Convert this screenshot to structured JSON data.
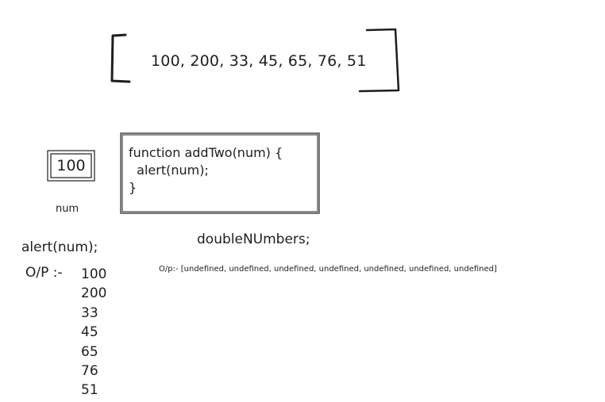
{
  "array_text": "100, 200, 33, 45, 65, 76, 51",
  "variable_box": {
    "value": "100",
    "label": "num"
  },
  "function_code": {
    "lines": [
      "function addTwo(num) {",
      "  alert(num);",
      "}"
    ]
  },
  "alert_label": "alert(num);",
  "output": {
    "prefix": "O/P :-",
    "values": [
      "100",
      "200",
      "33",
      "45",
      "65",
      "76",
      "51"
    ]
  },
  "double_numbers": {
    "label": "doubleNUmbers;",
    "output": "O/p:- [undefined, undefined, undefined, undefined, undefined, undefined, undefined]"
  },
  "stroke_color": "#1e1e1e"
}
